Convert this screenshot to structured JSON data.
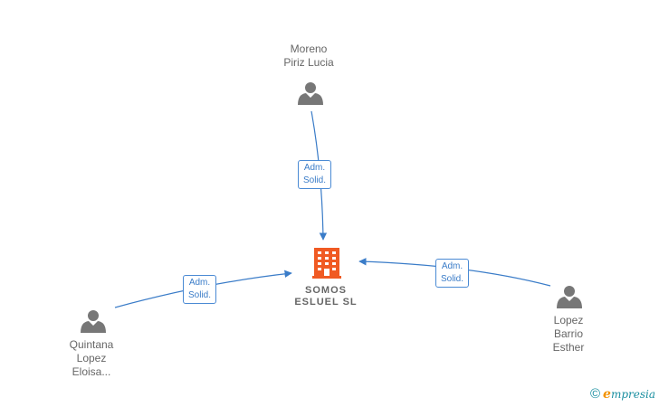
{
  "colors": {
    "edge": "#3a7cc8",
    "person": "#777777",
    "company": "#f05a23",
    "text": "#666666"
  },
  "company": {
    "icon": "building-icon",
    "name_line1": "SOMOS",
    "name_line2": "ESLUEL  SL"
  },
  "persons": [
    {
      "id": "moreno",
      "icon": "person-icon",
      "line1": "Moreno",
      "line2": "Piriz Lucia",
      "line3": ""
    },
    {
      "id": "quintana",
      "icon": "person-icon",
      "line1": "Quintana",
      "line2": "Lopez",
      "line3": "Eloisa..."
    },
    {
      "id": "lopez",
      "icon": "person-icon",
      "line1": "Lopez",
      "line2": "Barrio",
      "line3": "Esther"
    }
  ],
  "edges": [
    {
      "from": "moreno",
      "line1": "Adm.",
      "line2": "Solid."
    },
    {
      "from": "quintana",
      "line1": "Adm.",
      "line2": "Solid."
    },
    {
      "from": "lopez",
      "line1": "Adm.",
      "line2": "Solid."
    }
  ],
  "brand": {
    "copyright": "©",
    "initial": "e",
    "rest": "mpresia"
  }
}
